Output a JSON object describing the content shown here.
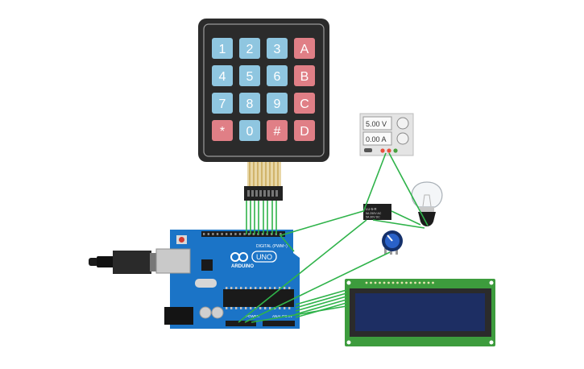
{
  "keypad": {
    "keys": [
      {
        "label": "1",
        "kind": "num"
      },
      {
        "label": "2",
        "kind": "num"
      },
      {
        "label": "3",
        "kind": "num"
      },
      {
        "label": "A",
        "kind": "fn"
      },
      {
        "label": "4",
        "kind": "num"
      },
      {
        "label": "5",
        "kind": "num"
      },
      {
        "label": "6",
        "kind": "num"
      },
      {
        "label": "B",
        "kind": "fn"
      },
      {
        "label": "7",
        "kind": "num"
      },
      {
        "label": "8",
        "kind": "num"
      },
      {
        "label": "9",
        "kind": "num"
      },
      {
        "label": "C",
        "kind": "fn"
      },
      {
        "label": "*",
        "kind": "fn"
      },
      {
        "label": "0",
        "kind": "num"
      },
      {
        "label": "#",
        "kind": "fn"
      },
      {
        "label": "D",
        "kind": "fn"
      }
    ]
  },
  "power_supply": {
    "voltage": "5.00 V",
    "current": "0.00 A"
  },
  "arduino": {
    "brand": "ARDUINO",
    "model": "UNO",
    "digital_label": "DIGITAL (PWM~)",
    "power_label": "POWER",
    "analog_label": "ANALOG IN"
  },
  "relay": {
    "line1": "LU-5-R",
    "line2": "5A 250V AC",
    "line3": "5A 30V DC"
  },
  "colors": {
    "wire": "#2fb34a",
    "board": "#1b74c7",
    "key_num": "#8fc6e0",
    "key_fn": "#e07f86",
    "lcd_pcb": "#3d9c3d",
    "lcd_screen": "#1d2e63"
  }
}
